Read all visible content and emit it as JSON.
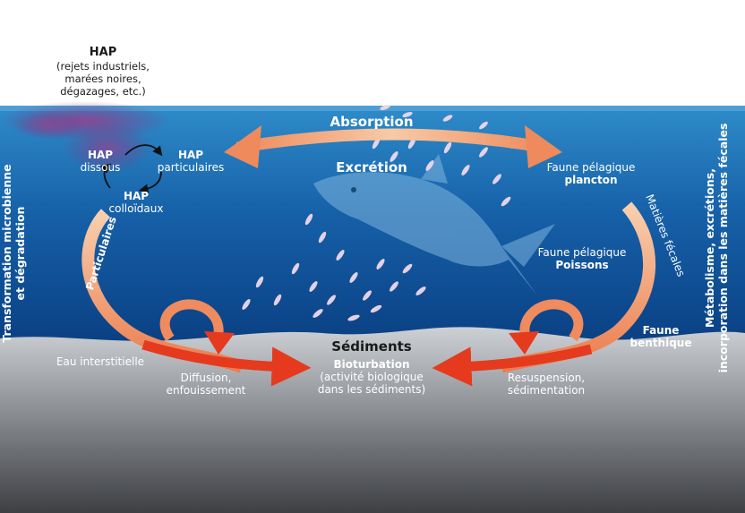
{
  "source": {
    "title": "HAP",
    "subtitle_lines": [
      "(rejets industriels,",
      "marées noires,",
      "dégazages, etc.)"
    ]
  },
  "forms": {
    "dissous": [
      "HAP",
      "dissous"
    ],
    "particulaires": [
      "HAP",
      "particulaires"
    ],
    "colloidaux": [
      "HAP",
      "colloïdaux"
    ]
  },
  "exchange": {
    "absorption": "Absorption",
    "excretion": "Excrétion"
  },
  "fauna": {
    "pelagic_plankton": [
      "Faune pélagique",
      "plancton"
    ],
    "pelagic_fish": [
      "Faune pélagique",
      "Poissons"
    ],
    "benthic": [
      "Faune",
      "benthique"
    ]
  },
  "flows": {
    "particulaires": "Particulaires",
    "matieres_fecales": "Matières fécales"
  },
  "side_labels": {
    "left": [
      "Transformation microbienne",
      "et dégradation"
    ],
    "right": [
      "Métabolisme, excrétions,",
      "incorporation dans les matières fécales"
    ]
  },
  "sediment": {
    "title": "Sédiments",
    "bioturbation": "Bioturbation",
    "bioturbation_note": [
      "(activité biologique",
      "dans les sédiments)"
    ],
    "pore_water": "Eau interstitielle",
    "diffusion": [
      "Diffusion,",
      "enfouissement"
    ],
    "resuspension": [
      "Resuspension,",
      "sédimentation"
    ]
  },
  "colors": {
    "sky": "#ffffff",
    "water_top": "#2c86c4",
    "water_bottom": "#073a7a",
    "sediment_top": "#c8ccd0",
    "sediment_bottom": "#3c3e42",
    "arrow_light": "#f7c7a1",
    "arrow_mid": "#ee8a5c",
    "arrow_red": "#e63a1e",
    "oil": "#8a3f8a"
  }
}
